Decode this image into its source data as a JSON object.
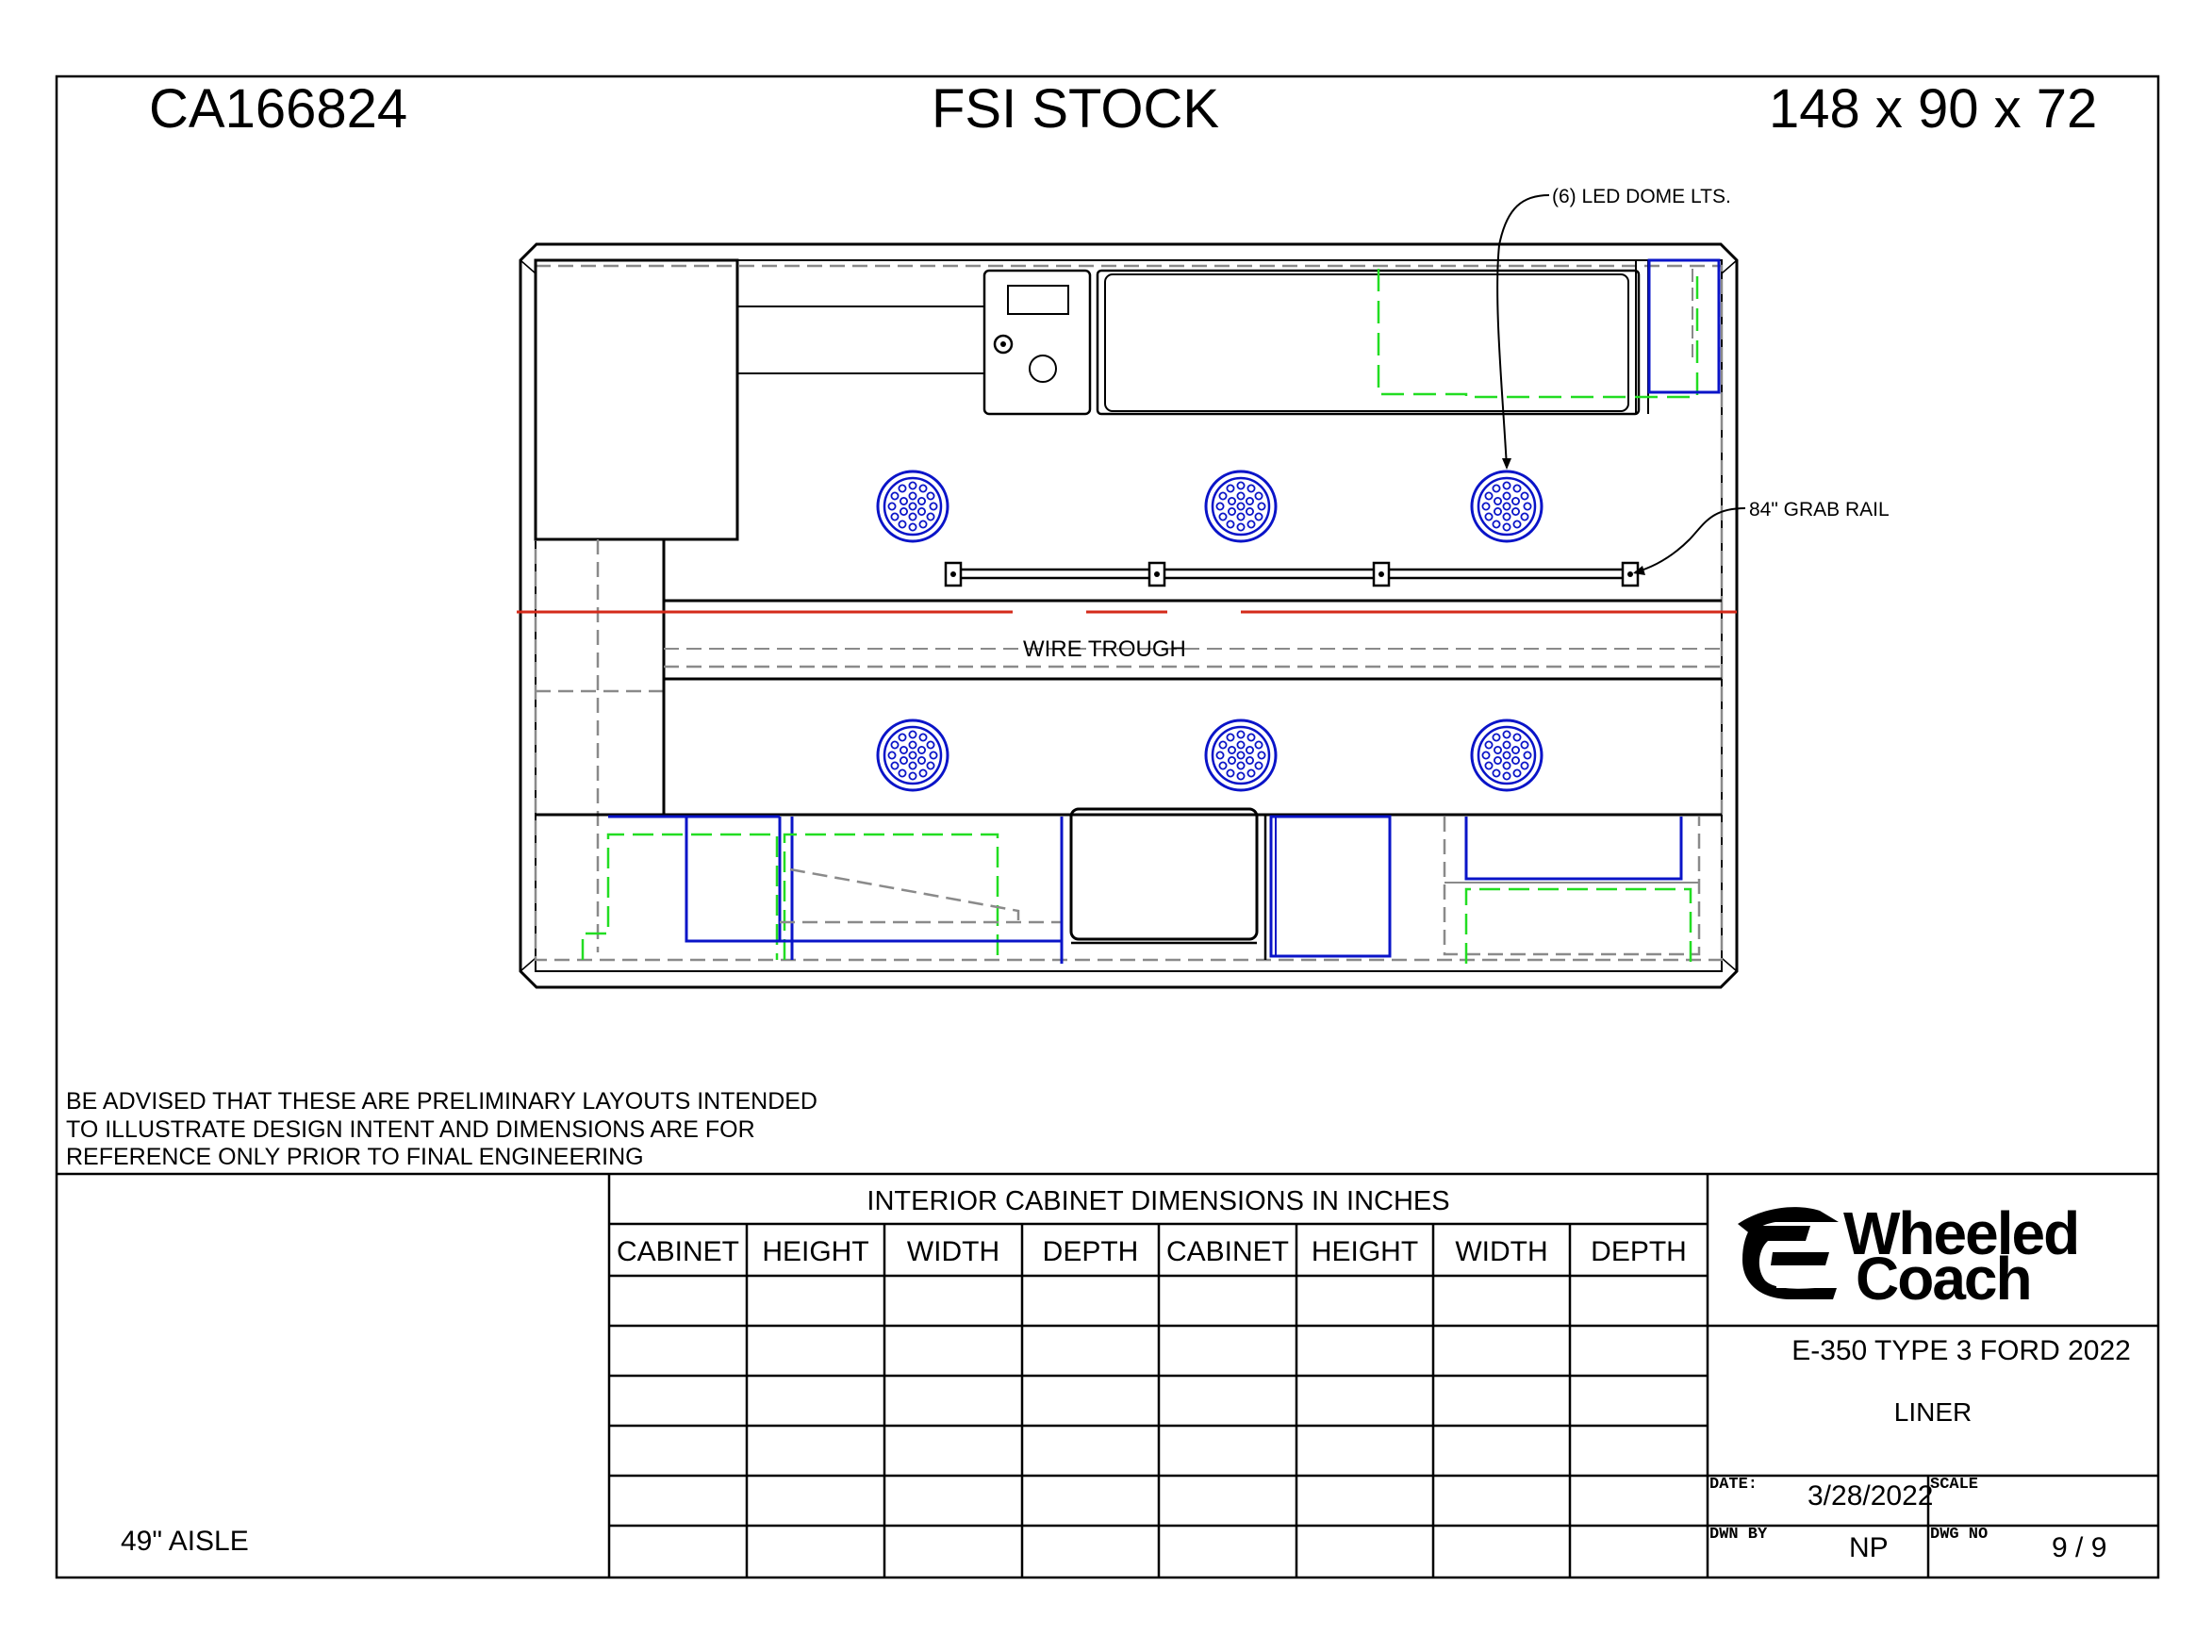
{
  "header": {
    "job_number": "CA166824",
    "title": "FSI STOCK",
    "dimensions": "148 x 90 x 72"
  },
  "callouts": {
    "led_dome": "(6) LED DOME LTS.",
    "grab_rail": "84\" GRAB RAIL",
    "wire_trough": "WIRE TROUGH"
  },
  "disclaimer": [
    "BE ADVISED THAT THESE ARE PRELIMINARY LAYOUTS INTENDED",
    "TO ILLUSTRATE DESIGN INTENT AND DIMENSIONS  ARE FOR",
    "REFERENCE ONLY PRIOR TO FINAL ENGINEERING"
  ],
  "aisle": "49\" AISLE",
  "table": {
    "title": "INTERIOR CABINET DIMENSIONS IN INCHES",
    "headers": [
      "CABINET",
      "HEIGHT",
      "WIDTH",
      "DEPTH",
      "CABINET",
      "HEIGHT",
      "WIDTH",
      "DEPTH"
    ]
  },
  "title_block": {
    "logo_line1": "Wheeled",
    "logo_line2": "Coach",
    "model": "E-350 TYPE 3 FORD 2022",
    "sheet_type": "LINER",
    "date_label": "DATE:",
    "date": "3/28/2022",
    "scale_label": "SCALE",
    "drawn_by_label": "DWN BY",
    "drawn_by": "NP",
    "dwg_no_label": "DWG NO",
    "dwg_no": "9 / 9"
  },
  "colors": {
    "outline": "#000000",
    "hidden": "#8a8a8a",
    "blue": "#0a14c8",
    "green": "#22dd22",
    "red": "#d42a1a"
  }
}
